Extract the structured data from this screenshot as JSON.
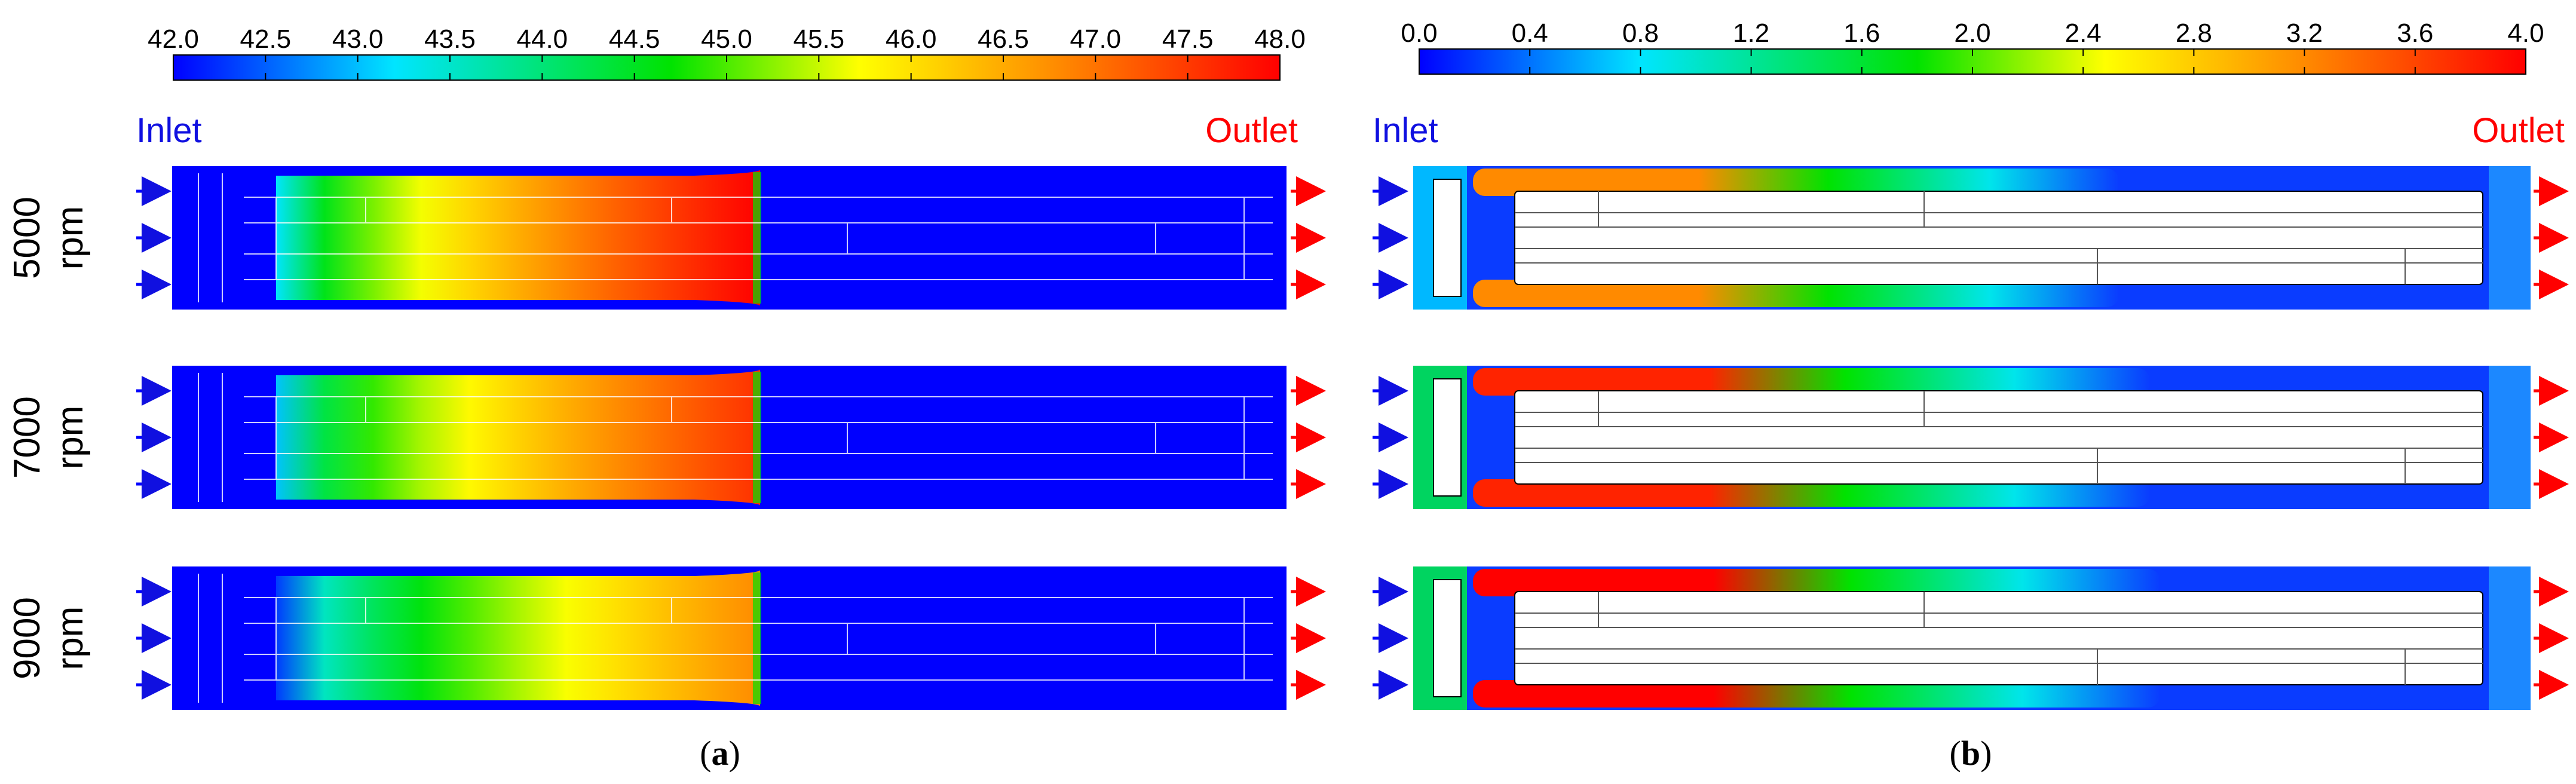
{
  "colors": {
    "colormap": [
      "#0000ff",
      "#00e5ff",
      "#00e300",
      "#ffff00",
      "#ff8a00",
      "#ff0000"
    ],
    "inlet": "#1010e0",
    "outlet": "#ff0000",
    "background_field": "#0000ff"
  },
  "panels": [
    {
      "id": "a",
      "caption_letter": "a",
      "colorbar": {
        "ticks": [
          "42.0",
          "42.5",
          "43.0",
          "43.5",
          "44.0",
          "44.5",
          "45.0",
          "45.5",
          "46.0",
          "46.5",
          "47.0",
          "47.5",
          "48.0"
        ],
        "min": 42.0,
        "max": 48.0
      },
      "inlet_label": "Inlet",
      "outlet_label": "Outlet",
      "rows": [
        {
          "speed_label": "5000",
          "unit_label": "rpm",
          "max_level": 1.0,
          "min_level": 0.2
        },
        {
          "speed_label": "7000",
          "unit_label": "rpm",
          "max_level": 0.93,
          "min_level": 0.17
        },
        {
          "speed_label": "9000",
          "unit_label": "rpm",
          "max_level": 0.8,
          "min_level": 0.05
        }
      ]
    },
    {
      "id": "b",
      "caption_letter": "b",
      "colorbar": {
        "ticks": [
          "0.0",
          "0.4",
          "0.8",
          "1.2",
          "1.6",
          "2.0",
          "2.4",
          "2.8",
          "3.2",
          "3.6",
          "4.0"
        ],
        "min": 0.0,
        "max": 4.0
      },
      "inlet_label": "Inlet",
      "outlet_label": "Outlet",
      "rows": [
        {
          "jet_level": 0.8
        },
        {
          "jet_level": 0.95
        },
        {
          "jet_level": 1.0
        }
      ]
    }
  ]
}
